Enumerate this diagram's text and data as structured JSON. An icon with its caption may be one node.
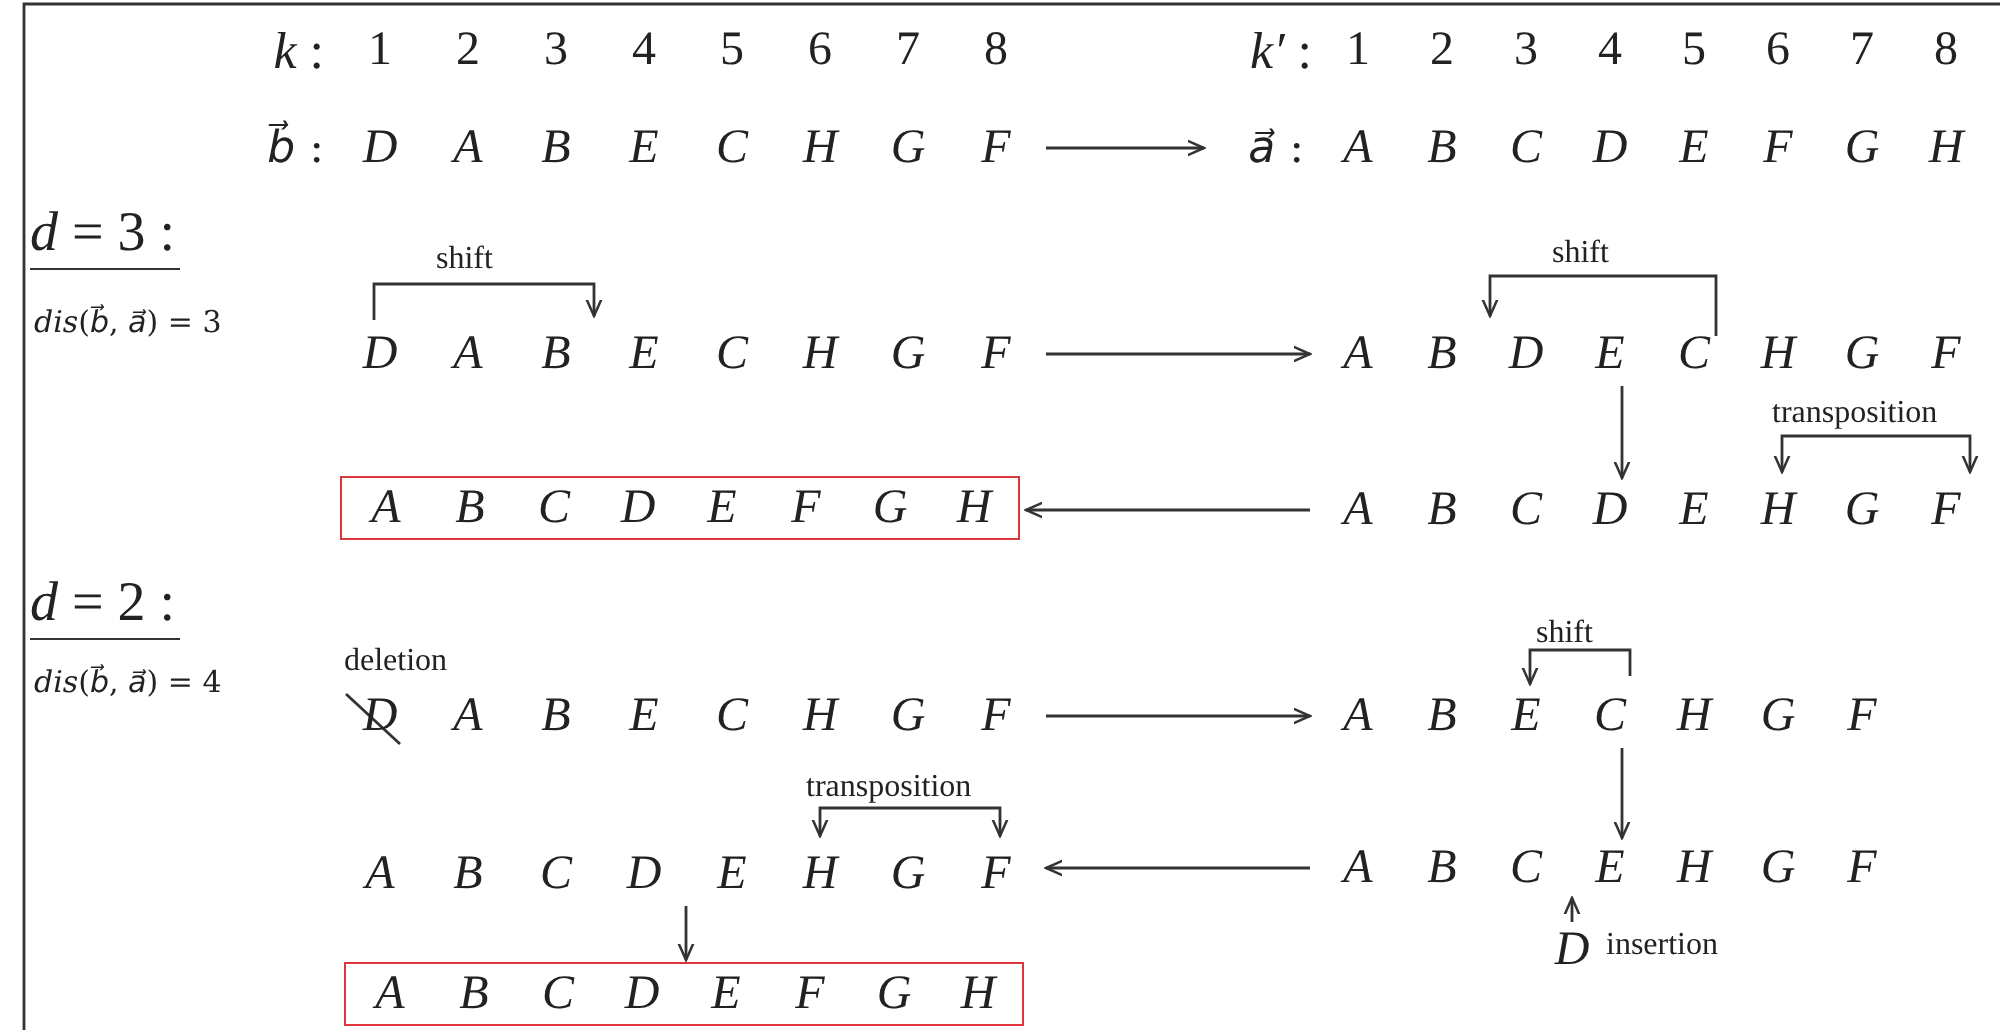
{
  "diagram": {
    "nodes": [
      {
        "text": [
          "D A B E C H G F"
        ],
        "beside": [
          "*b⃗* :"
        ]
      },
      {
        "text": [
          "A B C D E F G H"
        ],
        "beside": [
          "*a⃗* :"
        ]
      },
      {
        "text": [
          "D A B E C H G F"
        ]
      },
      {
        "text": [
          "A B D E C H G F"
        ]
      },
      {
        "text": [
          "A B C D E H G F"
        ]
      },
      {
        "text": [
          "A B C D E F G H"
        ]
      },
      {
        "text": [
          "D A B E C H G F"
        ]
      },
      {
        "text": [
          "A B E C H G F"
        ]
      },
      {
        "text": [
          "A B C E H G F"
        ]
      },
      {
        "text": [
          "A B C D E H G F"
        ]
      },
      {
        "text": [
          "A B C D E F G H"
        ]
      },
      {
        "text": [
          "D"
        ]
      }
    ],
    "edges": [
      {
        "from": 0,
        "to": 1,
        "arrow": "to"
      },
      {
        "from": 2,
        "to": 3,
        "arrow": "to"
      },
      {
        "from": 3,
        "to": 4,
        "arrow": "to"
      },
      {
        "from": 4,
        "to": 5,
        "arrow": "to"
      },
      {
        "from": 6,
        "to": 7,
        "arrow": "to"
      },
      {
        "from": 7,
        "to": 8,
        "arrow": "to"
      },
      {
        "from": 8,
        "to": 9,
        "arrow": "to"
      },
      {
        "from": 9,
        "to": 10,
        "arrow": "to"
      },
      {
        "from": 11,
        "to": 8,
        "arrow": "to"
      }
    ],
    "labels": [
      "*k* :",
      "1 2 3 4 5 6 7 8",
      "*k′* :",
      "1 2 3 4 5 6 7 8",
      "*d* = 3 :",
      "*dis*(*b⃗*, *a⃗*) = 3",
      "shift",
      "shift",
      "transposition",
      "*d* = 2 :",
      "*dis*(*b⃗*, *a⃗*) = 4",
      "deletion",
      "shift",
      "transposition",
      "insertion"
    ]
  }
}
